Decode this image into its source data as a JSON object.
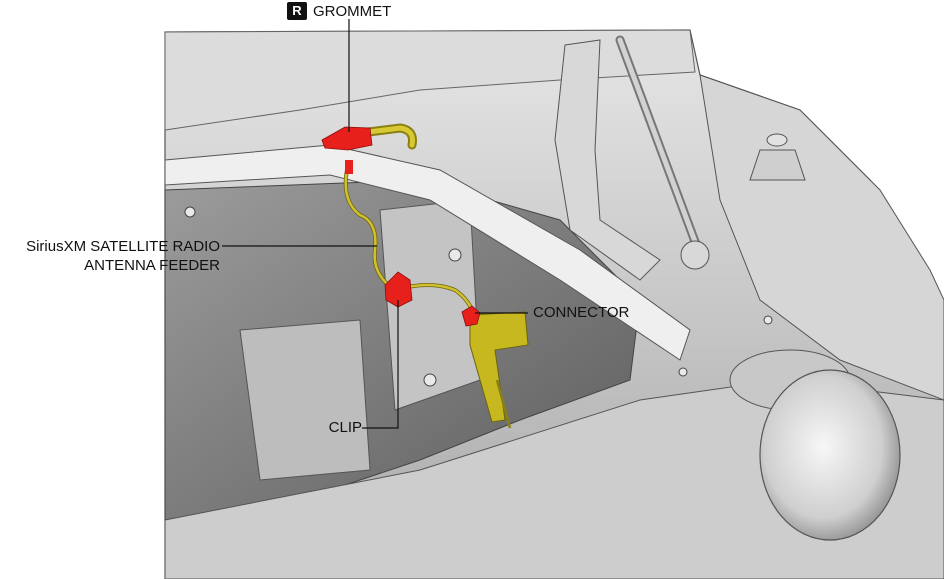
{
  "callouts": {
    "grommet": {
      "badge": "R",
      "label": "GROMMET"
    },
    "antenna_feeder": {
      "line1": "SiriusXM SATELLITE RADIO",
      "line2": "ANTENNA FEEDER"
    },
    "connector": {
      "label": "CONNECTOR"
    },
    "clip": {
      "label": "CLIP"
    }
  },
  "colors": {
    "highlight_red": "#e8201c",
    "feeder_yellow": "#c8b820",
    "body_gray": "#c9c9c9"
  }
}
